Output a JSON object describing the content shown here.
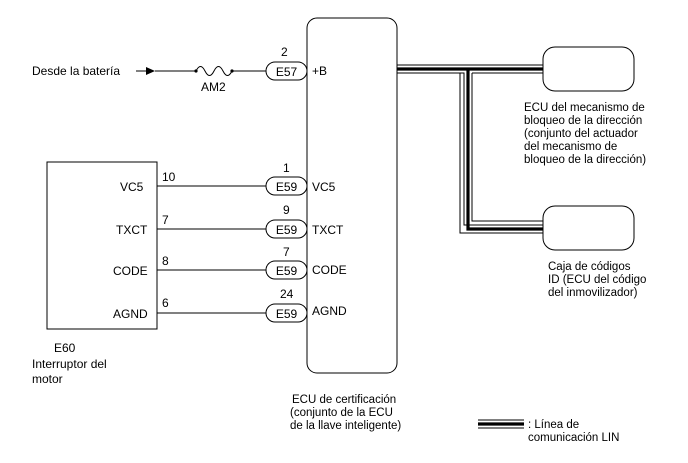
{
  "battery_label": "Desde la batería",
  "fuse_label": "AM2",
  "cert_ecu": {
    "name_lines": [
      "ECU de certificación",
      "(conjunto de la ECU",
      "de la llave inteligente)"
    ]
  },
  "switch": {
    "code": "E60",
    "name_lines": [
      "Interruptor del",
      "motor"
    ]
  },
  "connections": [
    {
      "pin": "2",
      "connector": "E57",
      "ecu_terminal": "+B"
    },
    {
      "pin": "1",
      "connector": "E59",
      "ecu_terminal": "VC5",
      "switch_pin": "10",
      "switch_terminal": "VC5"
    },
    {
      "pin": "9",
      "connector": "E59",
      "ecu_terminal": "TXCT",
      "switch_pin": "7",
      "switch_terminal": "TXCT"
    },
    {
      "pin": "7",
      "connector": "E59",
      "ecu_terminal": "CODE",
      "switch_pin": "8",
      "switch_terminal": "CODE"
    },
    {
      "pin": "24",
      "connector": "E59",
      "ecu_terminal": "AGND",
      "switch_pin": "6",
      "switch_terminal": "AGND"
    }
  ],
  "steering_lock_ecu": {
    "label_lines": [
      "ECU del mecanismo de",
      "bloqueo de la dirección",
      "(conjunto del actuador",
      "del mecanismo de",
      "bloqueo de la dirección)"
    ]
  },
  "id_code_box": {
    "label_lines": [
      "Caja de códigos",
      "ID (ECU del código",
      "del inmovilizador)"
    ]
  },
  "legend": {
    "label_lines": [
      ": Línea de",
      "comunicación LIN"
    ]
  }
}
